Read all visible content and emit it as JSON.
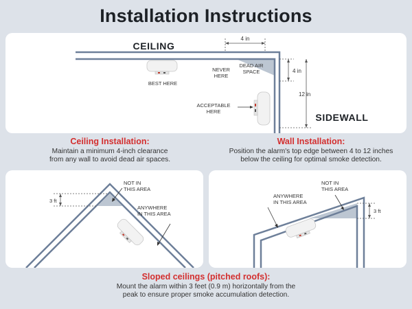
{
  "title": "Installation Instructions",
  "top_diagram": {
    "ceiling": "CEILING",
    "sidewall": "SIDEWALL",
    "best_here": "BEST HERE",
    "never_here_1": "NEVER",
    "never_here_2": "HERE",
    "dead_air_1": "DEAD AIR",
    "dead_air_2": "SPACE",
    "acceptable_1": "ACCEPTABLE",
    "acceptable_2": "HERE",
    "dim_4in_horizontal": "4 in",
    "dim_4in_vertical": "4 in",
    "dim_12in": "12 in"
  },
  "ceiling_installation": {
    "heading": "Ceiling Installation:",
    "line1": "Maintain a minimum 4-inch clearance",
    "line2": "from any wall to avoid dead air spaces."
  },
  "wall_installation": {
    "heading": "Wall Installation:",
    "line1": "Position the alarm's top edge between 4 to 12 inches",
    "line2": "below the ceiling for optimal smoke detection."
  },
  "sloped_left": {
    "not_in_1": "NOT IN",
    "not_in_2": "THIS AREA",
    "anywhere_1": "ANYWHERE",
    "anywhere_2": "IN THIS AREA",
    "dim_3ft": "3 ft"
  },
  "sloped_right": {
    "not_in_1": "NOT IN",
    "not_in_2": "THIS AREA",
    "anywhere_1": "ANYWHERE",
    "anywhere_2": "IN THIS AREA",
    "dim_3ft": "3 ft"
  },
  "sloped_ceilings": {
    "heading": "Sloped ceilings (pitched roofs):",
    "line1": "Mount the alarm within 3 feet (0.9 m) horizontally from the",
    "line2": "peak to ensure proper smoke accumulation detection."
  },
  "colors": {
    "accent_red": "#d32f2f",
    "wall_line": "#6d7f99",
    "dead_air": "#bcc6d2",
    "background": "#dde2e9"
  }
}
